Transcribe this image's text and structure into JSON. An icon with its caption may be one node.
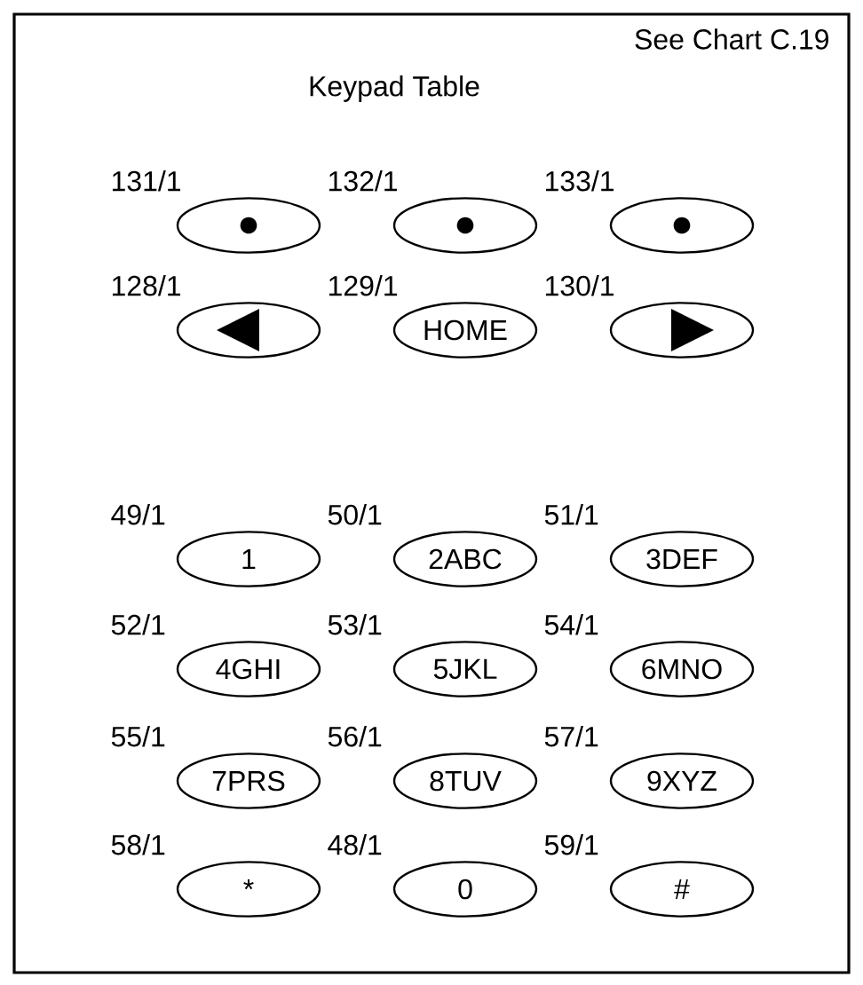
{
  "diagram": {
    "title": "Keypad Table",
    "nodes": [
      {
        "text": [],
        "shape": "ellipse",
        "beside": [
          "131/1"
        ]
      },
      {
        "text": [],
        "shape": "ellipse",
        "beside": [
          "132/1"
        ]
      },
      {
        "text": [],
        "shape": "ellipse",
        "beside": [
          "133/1"
        ]
      },
      {
        "text": [],
        "shape": "ellipse",
        "beside": [
          "128/1"
        ]
      },
      {
        "text": [
          "HOME"
        ],
        "beside": [
          "129/1"
        ]
      },
      {
        "text": [],
        "shape": "ellipse",
        "beside": [
          "130/1"
        ]
      },
      {
        "text": [
          "1"
        ],
        "beside": [
          "49/1"
        ]
      },
      {
        "text": [
          "2ABC"
        ],
        "beside": [
          "50/1"
        ]
      },
      {
        "text": [
          "3DEF"
        ],
        "beside": [
          "51/1"
        ]
      },
      {
        "text": [
          "4GHI"
        ],
        "beside": [
          "52/1"
        ]
      },
      {
        "text": [
          "5JKL"
        ],
        "beside": [
          "53/1"
        ]
      },
      {
        "text": [
          "6MNO"
        ],
        "beside": [
          "54/1"
        ]
      },
      {
        "text": [
          "7PRS"
        ],
        "beside": [
          "55/1"
        ]
      },
      {
        "text": [
          "8TUV"
        ],
        "beside": [
          "56/1"
        ]
      },
      {
        "text": [
          "9XYZ"
        ],
        "beside": [
          "57/1"
        ]
      },
      {
        "text": [
          "*"
        ],
        "beside": [
          "58/1"
        ]
      },
      {
        "text": [
          "0"
        ],
        "beside": [
          "48/1"
        ]
      },
      {
        "text": [
          "#"
        ],
        "beside": [
          "59/1"
        ]
      }
    ],
    "labels": [
      "See Chart C.19"
    ]
  }
}
